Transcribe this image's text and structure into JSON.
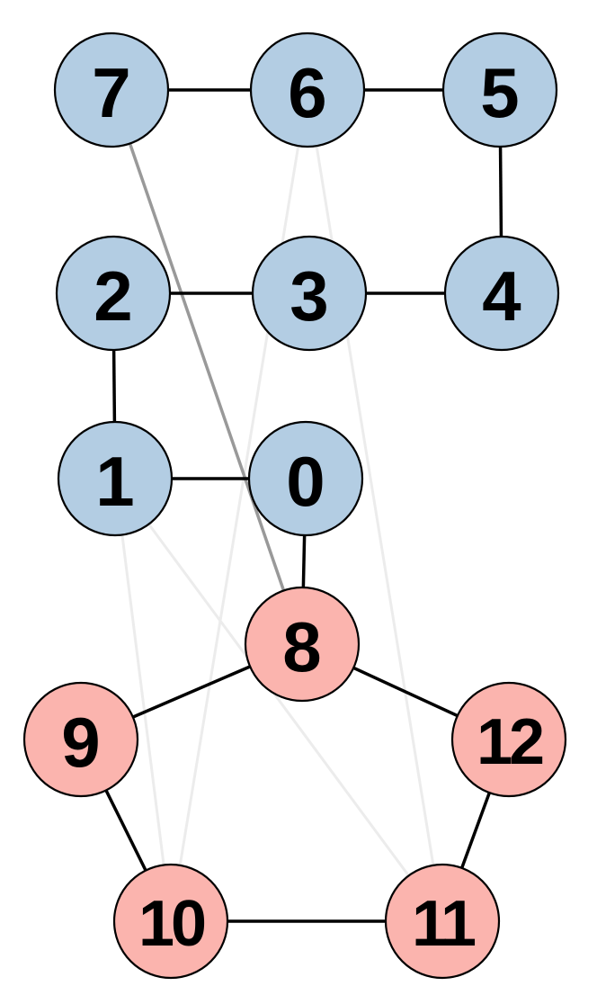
{
  "graph": {
    "colors": {
      "group_a_fill": "#b3cde3",
      "group_b_fill": "#fbb4ae",
      "strong_edge": "#000000",
      "medium_edge": "#999999",
      "faint_edge": "#ececec"
    },
    "nodes": [
      {
        "id": "0",
        "label": "0",
        "group": "a"
      },
      {
        "id": "1",
        "label": "1",
        "group": "a"
      },
      {
        "id": "2",
        "label": "2",
        "group": "a"
      },
      {
        "id": "3",
        "label": "3",
        "group": "a"
      },
      {
        "id": "4",
        "label": "4",
        "group": "a"
      },
      {
        "id": "5",
        "label": "5",
        "group": "a"
      },
      {
        "id": "6",
        "label": "6",
        "group": "a"
      },
      {
        "id": "7",
        "label": "7",
        "group": "a"
      },
      {
        "id": "8",
        "label": "8",
        "group": "b"
      },
      {
        "id": "9",
        "label": "9",
        "group": "b"
      },
      {
        "id": "10",
        "label": "10",
        "group": "b"
      },
      {
        "id": "11",
        "label": "11",
        "group": "b"
      },
      {
        "id": "12",
        "label": "12",
        "group": "b"
      }
    ],
    "edges": [
      {
        "from": "7",
        "to": "6",
        "weight": "strong"
      },
      {
        "from": "6",
        "to": "5",
        "weight": "strong"
      },
      {
        "from": "5",
        "to": "4",
        "weight": "strong"
      },
      {
        "from": "4",
        "to": "3",
        "weight": "strong"
      },
      {
        "from": "3",
        "to": "2",
        "weight": "strong"
      },
      {
        "from": "2",
        "to": "1",
        "weight": "strong"
      },
      {
        "from": "1",
        "to": "0",
        "weight": "strong"
      },
      {
        "from": "0",
        "to": "8",
        "weight": "strong"
      },
      {
        "from": "8",
        "to": "9",
        "weight": "strong"
      },
      {
        "from": "9",
        "to": "10",
        "weight": "strong"
      },
      {
        "from": "10",
        "to": "11",
        "weight": "strong"
      },
      {
        "from": "11",
        "to": "12",
        "weight": "strong"
      },
      {
        "from": "12",
        "to": "8",
        "weight": "strong"
      },
      {
        "from": "7",
        "to": "8",
        "weight": "medium"
      },
      {
        "from": "6",
        "to": "10",
        "weight": "faint"
      },
      {
        "from": "6",
        "to": "11",
        "weight": "faint"
      },
      {
        "from": "1",
        "to": "10",
        "weight": "faint"
      },
      {
        "from": "1",
        "to": "11",
        "weight": "faint"
      }
    ]
  }
}
